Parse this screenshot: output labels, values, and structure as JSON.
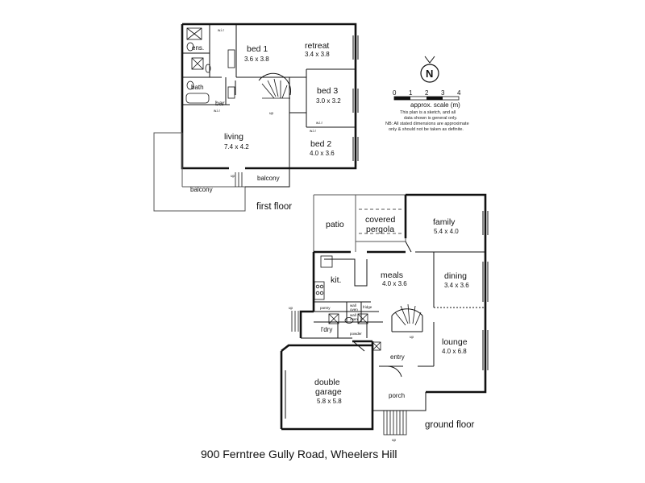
{
  "address": "900 Ferntree Gully Road, Wheelers Hill",
  "floors": {
    "first": {
      "label": "first floor",
      "rooms": {
        "bed1": {
          "name": "bed 1",
          "dim": "3.6 x 3.8"
        },
        "retreat": {
          "name": "retreat",
          "dim": "3.4 x 3.8"
        },
        "bed3": {
          "name": "bed 3",
          "dim": "3.0 x 3.2"
        },
        "living": {
          "name": "living",
          "dim": "7.4 x 4.2"
        },
        "bed2": {
          "name": "bed 2",
          "dim": "4.0 x 3.6"
        },
        "ens": {
          "name": "ens."
        },
        "bath": {
          "name": "bath"
        },
        "bar": {
          "name": "bar"
        },
        "balcony_small": {
          "name": "balcony"
        },
        "balcony_large": {
          "name": "balcony"
        }
      }
    },
    "ground": {
      "label": "ground floor",
      "rooms": {
        "patio": {
          "name": "patio"
        },
        "pergola": {
          "name1": "covered",
          "name2": "pergola"
        },
        "family": {
          "name": "family",
          "dim": "5.4 x 4.0"
        },
        "kit": {
          "name": "kit."
        },
        "meals": {
          "name": "meals",
          "dim": "4.0 x 3.6"
        },
        "dining": {
          "name": "dining",
          "dim": "3.4 x 3.6"
        },
        "lounge": {
          "name": "lounge",
          "dim": "4.0 x 6.8"
        },
        "entry": {
          "name": "entry"
        },
        "garage": {
          "name1": "double",
          "name2": "garage",
          "dim": "5.8 x 5.8"
        },
        "porch": {
          "name": "porch"
        },
        "ldry": {
          "name": "l'dry"
        },
        "pantry": {
          "name": "pantry"
        },
        "powder": {
          "name": "powder"
        },
        "fridge": {
          "name": "fridge"
        },
        "wall_oven": {
          "name1": "wall",
          "name2": "oven"
        },
        "wall_oven2": {
          "name1": "wall",
          "name2": "oven"
        }
      }
    }
  },
  "compass": {
    "letter": "N",
    "icon": "north-arrow-icon"
  },
  "scale": {
    "ticks": [
      "0",
      "1",
      "2",
      "3",
      "4"
    ],
    "label": "approx. scale (m)"
  },
  "notes": [
    "This plan is a sketch, and all",
    "data shown is general only.",
    "NB: All stated dimensions are approximate",
    "only & should not be taken as definite."
  ],
  "markers": {
    "wir": "w.i.r",
    "up": "up"
  }
}
